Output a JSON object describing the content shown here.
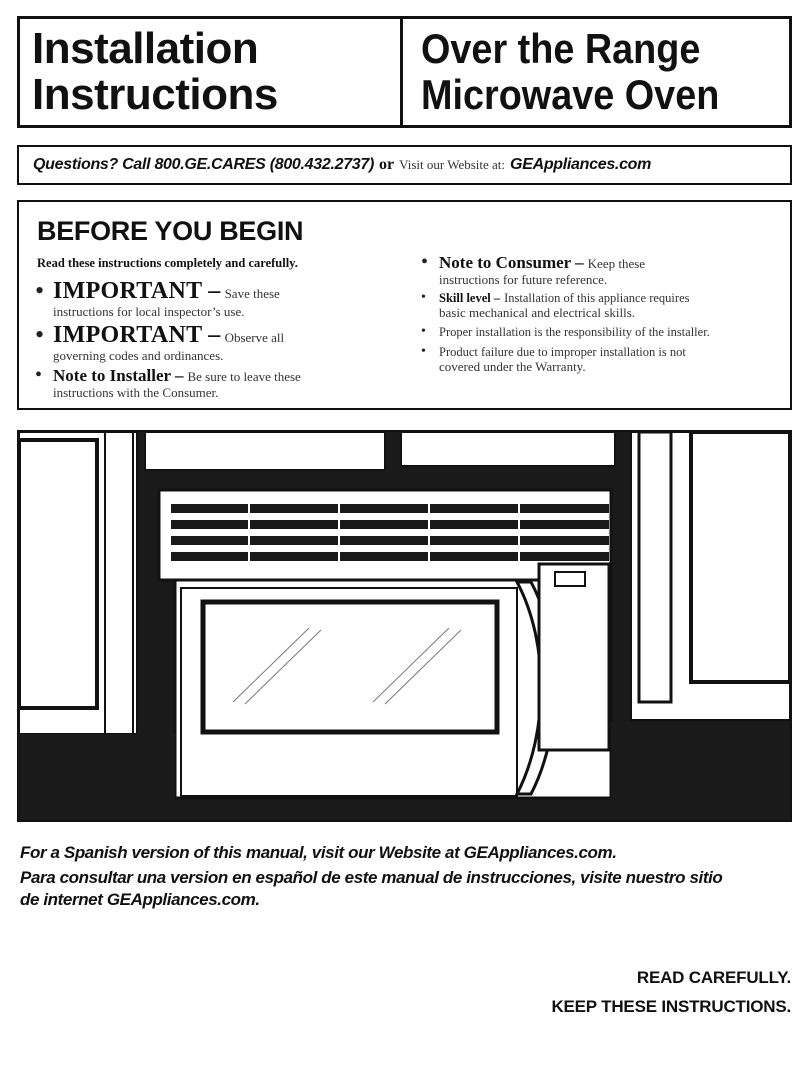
{
  "header": {
    "left_line1": "Installation",
    "left_line2": "Instructions",
    "right_line1": "Over the Range",
    "right_line2": "Microwave Oven"
  },
  "questions": {
    "call": "Questions? Call 800.GE.CARES (800.432.2737)",
    "or": "or",
    "visit": "Visit our Website at:",
    "site": "GEAppliances.com"
  },
  "before_you_begin": {
    "title": "BEFORE YOU BEGIN",
    "subtitle": "Read these instructions completely and carefully.",
    "left_items": [
      {
        "lead": "IMPORTANT –",
        "tail": "Save these",
        "cont": "instructions for local inspector’s use."
      },
      {
        "lead": "IMPORTANT –",
        "tail": "Observe all",
        "cont": "governing codes and ordinances."
      },
      {
        "lead": "Note to Installer –",
        "tail": "Be sure to leave these",
        "cont": "instructions with the Consumer."
      }
    ],
    "right_items": [
      {
        "lead": "Note to Consumer –",
        "tail": "Keep these",
        "cont": "instructions for future reference."
      },
      {
        "lead": "Skill level –",
        "tail": "Installation of this appliance requires",
        "cont": "basic mechanical and electrical skills."
      },
      {
        "lead": "",
        "tail": "Proper installation is the responsibility of the installer.",
        "cont": ""
      },
      {
        "lead": "",
        "tail": "Product failure due to improper installation is not",
        "cont": "covered under the Warranty."
      }
    ]
  },
  "footer": {
    "spanish_english": "For a Spanish version of this manual, visit our Website at GEAppliances.com.",
    "spanish_line1": "Para consultar una version en español de este manual de instrucciones, visite nuestro sitio",
    "spanish_line2": "de internet GEAppliances.com.",
    "read_carefully": "READ CAREFULLY.",
    "keep": "KEEP THESE INSTRUCTIONS."
  },
  "illustration": {
    "subject": "microwave-oven-under-cabinets"
  }
}
